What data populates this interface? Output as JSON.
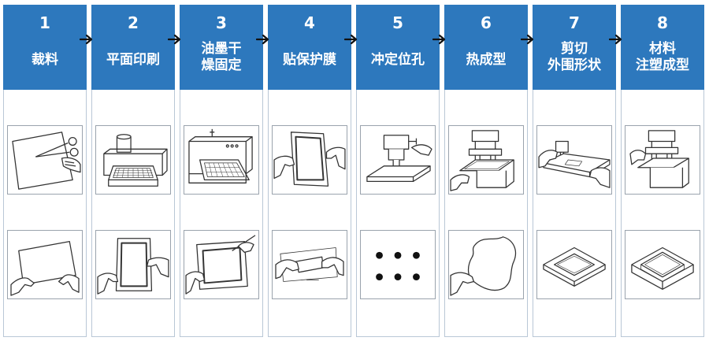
{
  "steps": [
    {
      "number": "1",
      "title_lines": [
        "裁料"
      ],
      "top_icon": "scissors-cutting-sheet-icon",
      "bottom_icon": "hands-holding-blank-sheet-icon"
    },
    {
      "number": "2",
      "title_lines": [
        "平面印刷"
      ],
      "top_icon": "screen-printing-machine-icon",
      "bottom_icon": "hands-holding-printed-frame-icon"
    },
    {
      "number": "3",
      "title_lines": [
        "油墨干",
        "燥固定"
      ],
      "top_icon": "drying-oven-icon",
      "bottom_icon": "hands-holding-dried-print-icon"
    },
    {
      "number": "4",
      "title_lines": [
        "贴保护膜"
      ],
      "top_icon": "hands-applying-film-icon",
      "bottom_icon": "hands-peeling-film-icon"
    },
    {
      "number": "5",
      "title_lines": [
        "冲定位孔"
      ],
      "top_icon": "hole-punch-machine-icon",
      "bottom_icon": "six-registration-holes-icon"
    },
    {
      "number": "6",
      "title_lines": [
        "热成型"
      ],
      "top_icon": "thermoforming-machine-icon",
      "bottom_icon": "hand-holding-formed-film-icon"
    },
    {
      "number": "7",
      "title_lines": [
        "剪切",
        "外围形状"
      ],
      "top_icon": "trimming-machine-icon",
      "bottom_icon": "trimmed-frame-part-icon"
    },
    {
      "number": "8",
      "title_lines": [
        "材料",
        "注塑成型"
      ],
      "top_icon": "injection-molding-machine-icon",
      "bottom_icon": "molded-frame-part-icon"
    }
  ],
  "colors": {
    "header": "#2d78bd",
    "arrow": "#111111",
    "line": "#333333"
  }
}
